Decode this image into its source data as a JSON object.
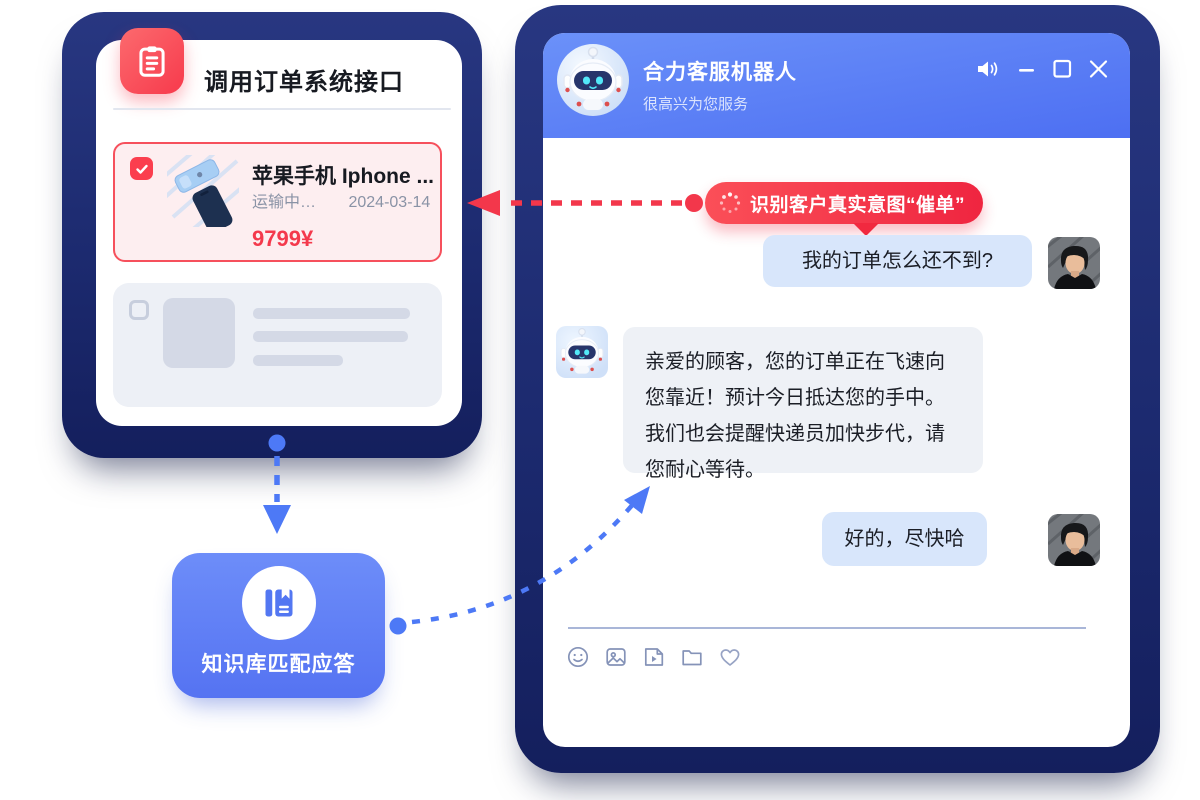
{
  "left_panel": {
    "title": "调用订单系统接口",
    "order_card": {
      "product_title": "苹果手机 Iphone ...",
      "status": "运输中…",
      "date": "2024-03-14",
      "price": "9799¥"
    }
  },
  "knowledge_card": {
    "label": "知识库匹配应答"
  },
  "chat_window": {
    "header": {
      "title": "合力客服机器人",
      "subtitle": "很高兴为您服务"
    },
    "intent_badge": {
      "label": "识别客户真实意图“催单”"
    },
    "messages": [
      {
        "role": "user",
        "text": "我的订单怎么还不到?"
      },
      {
        "role": "bot",
        "text": "亲爱的顾客，您的订单正在飞速向您靠近！预计今日抵达您的手中。我们也会提醒快递员加快步代，请您耐心等待。"
      },
      {
        "role": "user",
        "text": "好的，尽快哈"
      }
    ],
    "toolbar_icons": [
      "emoji",
      "image",
      "video",
      "folder",
      "favorite"
    ],
    "window_controls": [
      "volume",
      "minimize",
      "maximize",
      "close"
    ]
  },
  "colors": {
    "navy_frame": "#1c2a6f",
    "header_blue": "#5c83f6",
    "accent_red": "#f5384a",
    "user_bubble": "#d8e6fb",
    "bot_bubble": "#eef1f6",
    "knowledge_blue": "#6487f7",
    "price_red": "#f4394c"
  }
}
